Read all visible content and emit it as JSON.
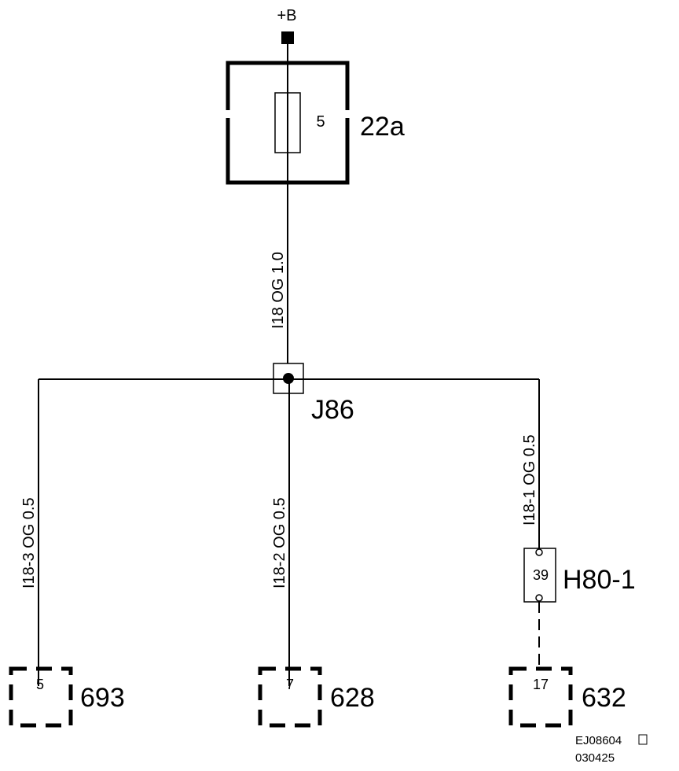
{
  "power": {
    "label": "+B"
  },
  "fuse": {
    "id": "22a",
    "pin": "5"
  },
  "wires": {
    "main": "I18  OG  1.0",
    "left": "I18-3  OG  0.5",
    "middle": "I18-2  OG  0.5",
    "right": "I18-1  OG  0.5"
  },
  "junction": {
    "id": "J86"
  },
  "connector": {
    "id": "H80-1",
    "pin": "39"
  },
  "components": [
    {
      "id": "693",
      "pin": "5"
    },
    {
      "id": "628",
      "pin": "7"
    },
    {
      "id": "632",
      "pin": "17"
    }
  ],
  "footer": {
    "code": "EJ08604",
    "date": "030425"
  }
}
